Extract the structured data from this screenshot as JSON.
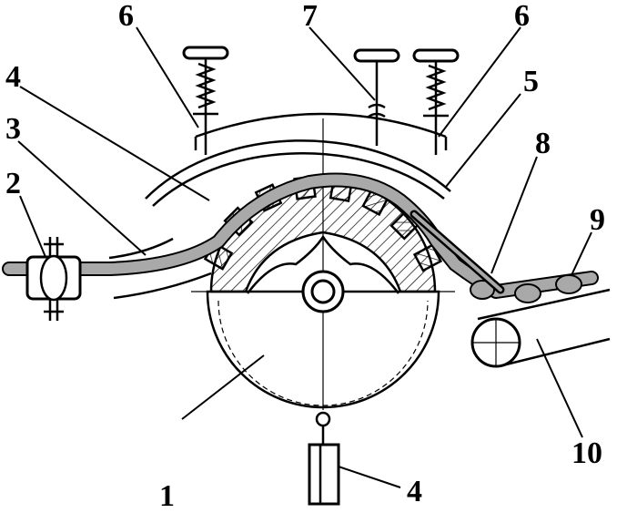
{
  "labels": {
    "l1": "1",
    "l2": "2",
    "l3": "3",
    "l4_top": "4",
    "l4_bottom": "4",
    "l5": "5",
    "l6_left": "6",
    "l6_right": "6",
    "l7": "7",
    "l8": "8",
    "l9": "9",
    "l10": "10"
  },
  "colors": {
    "line": "#000000",
    "material": "#a9a9a9",
    "background": "#ffffff"
  }
}
